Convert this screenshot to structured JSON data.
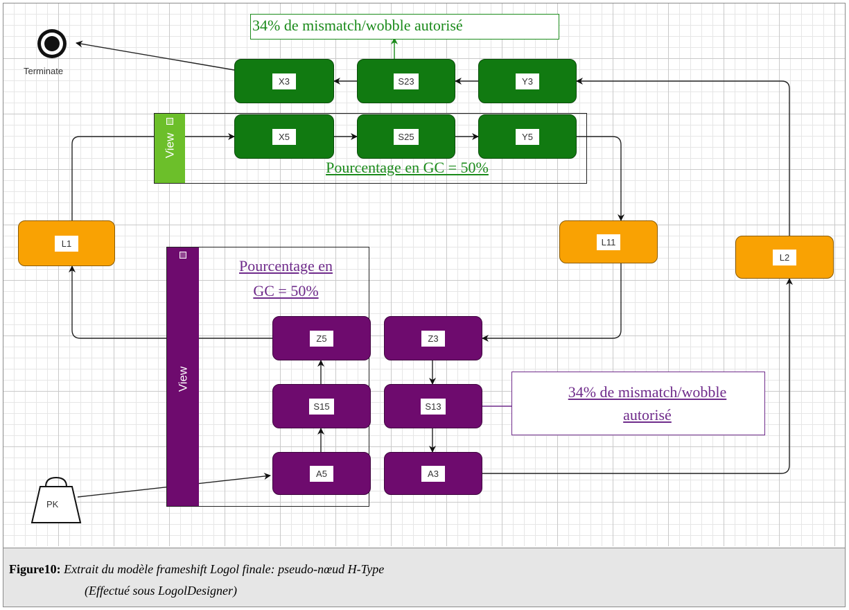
{
  "diagram": {
    "nodes": {
      "x3": "X3",
      "s23": "S23",
      "y3": "Y3",
      "x5": "X5",
      "s25": "S25",
      "y5": "Y5",
      "l1": "L1",
      "l11": "L11",
      "l2": "L2",
      "z5": "Z5",
      "s15": "S15",
      "a5": "A5",
      "z3": "Z3",
      "s13": "S13",
      "a3": "A3"
    },
    "views": {
      "green": {
        "label": "View",
        "note": "Pourcentage en GC = 50%"
      },
      "purple": {
        "label": "View",
        "note_line1": "Pourcentage en",
        "note_line2": "GC = 50%"
      }
    },
    "notes": {
      "top": "34% de mismatch/wobble autorisé",
      "right_line1": "34% de mismatch/wobble",
      "right_line2": "autorisé"
    },
    "terminate_label": "Terminate",
    "pk_label": "PK",
    "colors": {
      "green": "#117a11",
      "purple": "#6e0b6e",
      "orange": "#f9a203",
      "view_green_bar": "#6cbf2a"
    }
  },
  "caption": {
    "figure": "Figure10:",
    "line1": "Extrait du modèle frameshift Logol finale: pseudo-nœud H-Type",
    "line2": "(Effectué sous LogolDesigner)"
  }
}
